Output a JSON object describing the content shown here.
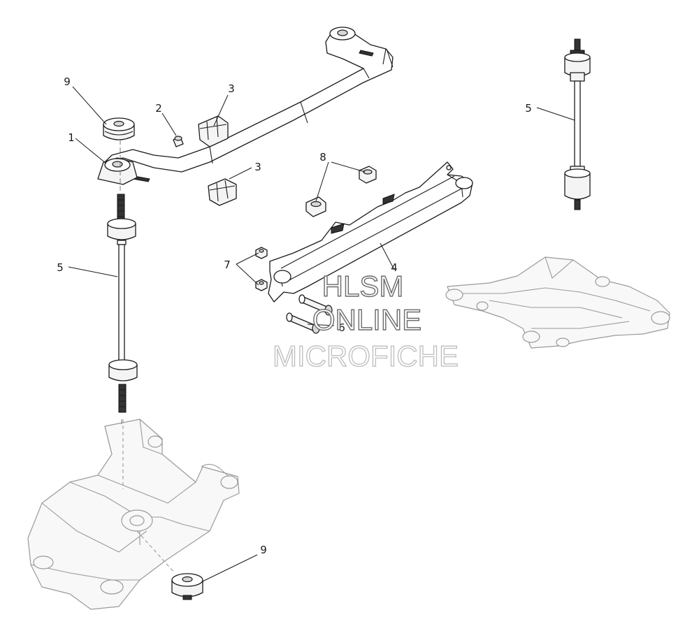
{
  "callouts": [
    {
      "id": "c1",
      "label": "1"
    },
    {
      "id": "c2",
      "label": "2"
    },
    {
      "id": "c3a",
      "label": "3"
    },
    {
      "id": "c3b",
      "label": "3"
    },
    {
      "id": "c4",
      "label": "4"
    },
    {
      "id": "c5a",
      "label": "5"
    },
    {
      "id": "c5b",
      "label": "5"
    },
    {
      "id": "c6",
      "label": "6"
    },
    {
      "id": "c7",
      "label": "7"
    },
    {
      "id": "c8",
      "label": "8"
    },
    {
      "id": "c9a",
      "label": "9"
    },
    {
      "id": "c9b",
      "label": "9"
    }
  ],
  "watermark": {
    "line1": "HLSM",
    "line2": "ONLINE",
    "line3": "MICROFICHE"
  },
  "colors": {
    "ink": "#1a1a1a",
    "ghost": "#9a9a9a",
    "background": "#ffffff"
  }
}
